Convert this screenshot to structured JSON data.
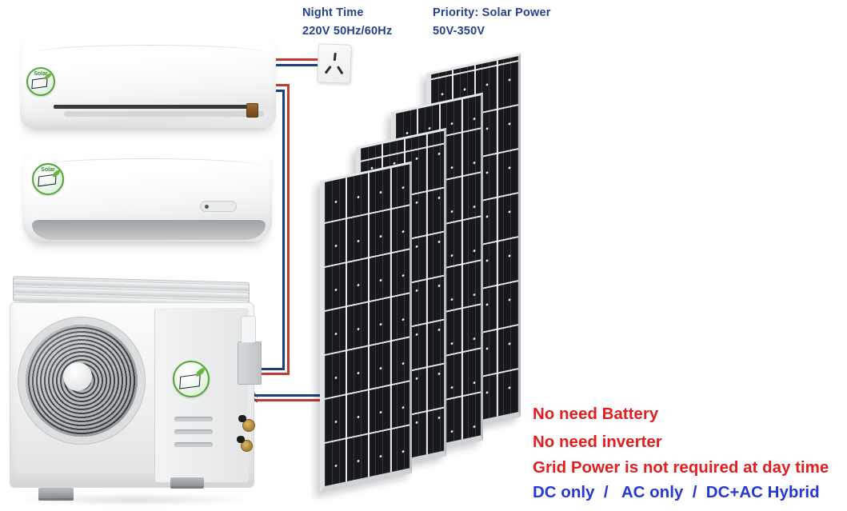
{
  "colors": {
    "label_navy": "#27418f",
    "benefit_red": "#e41e1e",
    "mode_blue": "#2737d3",
    "wire_red": "#c23a31",
    "wire_blue": "#1f3f7a",
    "panel_cell": "#17191d",
    "panel_frame": "#c9cdd2",
    "logo_green": "#55a43b"
  },
  "annotations": {
    "night_time": {
      "line1": "Night Time",
      "line2": "220V 50Hz/60Hz"
    },
    "solar_priority": {
      "line1": "Priority: Solar Power",
      "line2": "50V-350V"
    },
    "benefits": [
      "No need Battery",
      "No need inverter",
      "Grid Power is not required at day time"
    ],
    "modes": "DC only  /   AC only  /  DC+AC Hybrid"
  },
  "logo": {
    "text": "Solar"
  },
  "icons": {
    "power_outlet": "cn-three-pin-wall-socket",
    "solar_badge": "green-leaf-solar-panel-badge",
    "fan_grille": "concentric-ring-fan"
  },
  "components": {
    "indoor_unit_top": "wall-mounted split AC indoor unit",
    "indoor_unit_middle": "wall-mounted split AC indoor unit",
    "outdoor_unit": "AC outdoor condenser unit",
    "solar_array": "four monocrystalline solar panels"
  }
}
